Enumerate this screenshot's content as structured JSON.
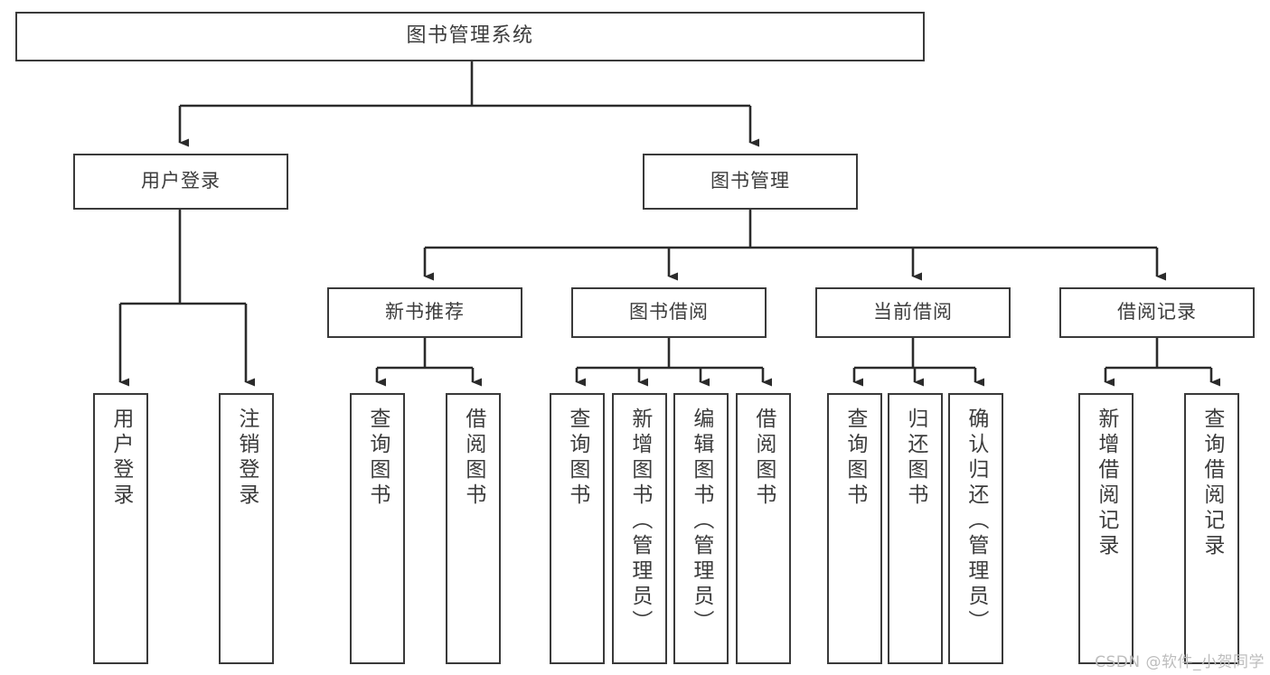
{
  "diagram": {
    "type": "tree",
    "title": "图书管理系统",
    "watermark": "CSDN @软件_小贺同学",
    "colors": {
      "box_border": "#3a3a3a",
      "box_fill": "#ffffff",
      "link": "#2b2b2b",
      "text": "#3c3c3c",
      "watermark": "#bdbdbd"
    },
    "levels": {
      "root": "图书管理系统",
      "level2": [
        "用户登录",
        "图书管理"
      ],
      "level3": [
        "新书推荐",
        "图书借阅",
        "当前借阅",
        "借阅记录"
      ]
    },
    "nodes": {
      "root": {
        "label": "图书管理系统"
      },
      "user_login": {
        "label": "用户登录"
      },
      "book_manage": {
        "label": "图书管理"
      },
      "new_book_rec": {
        "label": "新书推荐"
      },
      "book_borrow": {
        "label": "图书借阅"
      },
      "current_borrow": {
        "label": "当前借阅"
      },
      "borrow_record": {
        "label": "借阅记录"
      },
      "leaf_user_login": {
        "label": "用户登录"
      },
      "leaf_logout": {
        "label": "注销登录"
      },
      "leaf_query_book_a": {
        "label": "查询图书"
      },
      "leaf_borrow_book_a": {
        "label": "借阅图书"
      },
      "leaf_query_book_b": {
        "label": "查询图书"
      },
      "leaf_add_book": {
        "label": "新增图书（管理员）"
      },
      "leaf_edit_book": {
        "label": "编辑图书（管理员）"
      },
      "leaf_borrow_book_b": {
        "label": "借阅图书"
      },
      "leaf_query_book_c": {
        "label": "查询图书"
      },
      "leaf_return_book": {
        "label": "归还图书"
      },
      "leaf_confirm_return": {
        "label": "确认归还（管理员）"
      },
      "leaf_add_record": {
        "label": "新增借阅记录"
      },
      "leaf_query_record": {
        "label": "查询借阅记录"
      }
    },
    "edges": [
      {
        "from": "root",
        "to": "user_login"
      },
      {
        "from": "root",
        "to": "book_manage"
      },
      {
        "from": "user_login",
        "to": "leaf_user_login"
      },
      {
        "from": "user_login",
        "to": "leaf_logout"
      },
      {
        "from": "book_manage",
        "to": "new_book_rec"
      },
      {
        "from": "book_manage",
        "to": "book_borrow"
      },
      {
        "from": "book_manage",
        "to": "current_borrow"
      },
      {
        "from": "book_manage",
        "to": "borrow_record"
      },
      {
        "from": "new_book_rec",
        "to": "leaf_query_book_a"
      },
      {
        "from": "new_book_rec",
        "to": "leaf_borrow_book_a"
      },
      {
        "from": "book_borrow",
        "to": "leaf_query_book_b"
      },
      {
        "from": "book_borrow",
        "to": "leaf_add_book"
      },
      {
        "from": "book_borrow",
        "to": "leaf_edit_book"
      },
      {
        "from": "book_borrow",
        "to": "leaf_borrow_book_b"
      },
      {
        "from": "current_borrow",
        "to": "leaf_query_book_c"
      },
      {
        "from": "current_borrow",
        "to": "leaf_return_book"
      },
      {
        "from": "current_borrow",
        "to": "leaf_confirm_return"
      },
      {
        "from": "borrow_record",
        "to": "leaf_add_record"
      },
      {
        "from": "borrow_record",
        "to": "leaf_query_record"
      }
    ]
  }
}
